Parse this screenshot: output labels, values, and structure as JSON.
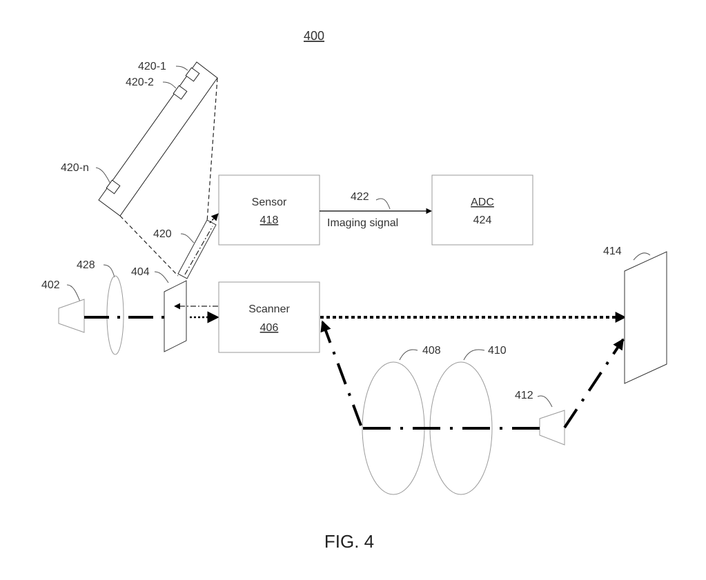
{
  "figure_number": "400",
  "caption": "FIG. 4",
  "labels": {
    "l402": "402",
    "l428": "428",
    "l404": "404",
    "l420": "420",
    "l420_1": "420-1",
    "l420_2": "420-2",
    "l420_n": "420-n",
    "l422": "422",
    "l408": "408",
    "l410": "410",
    "l412": "412",
    "l414": "414"
  },
  "blocks": {
    "sensor": {
      "name": "Sensor",
      "ref": "418"
    },
    "adc": {
      "name": "ADC",
      "ref": "424"
    },
    "scanner": {
      "name": "Scanner",
      "ref": "406"
    }
  },
  "signal_label": "Imaging signal"
}
